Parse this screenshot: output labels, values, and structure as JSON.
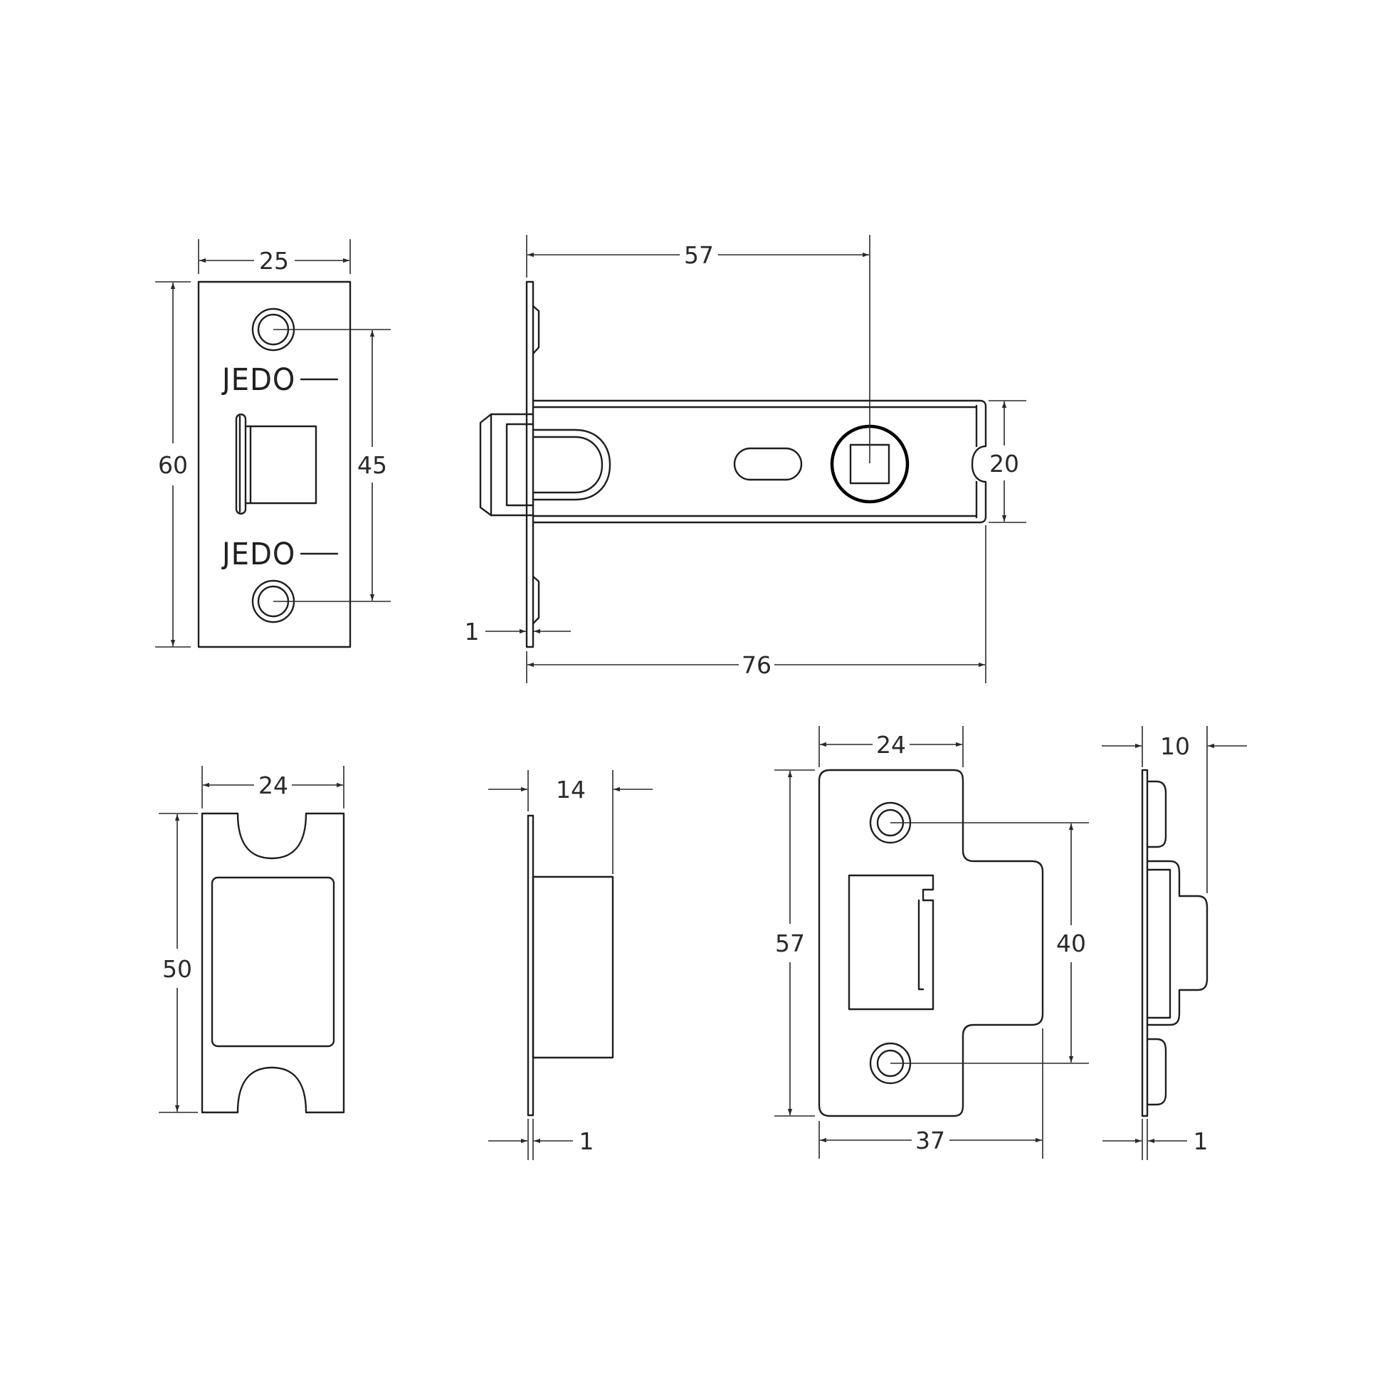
{
  "brand": {
    "logo_text": "JEDO"
  },
  "dimensions": {
    "faceplate": {
      "width": "25",
      "height": "60",
      "screw_centres": "45"
    },
    "latch_body": {
      "backset": "57",
      "overall_length": "76",
      "body_height": "20",
      "plate_thickness": "1"
    },
    "strike_plate": {
      "width": "24",
      "height": "50"
    },
    "strike_side": {
      "depth": "14",
      "plate_thickness": "1"
    },
    "keep": {
      "width": "24",
      "height": "57",
      "screw_centres": "40",
      "overall_width": "37"
    },
    "keep_side": {
      "depth": "10",
      "plate_thickness": "1"
    }
  }
}
